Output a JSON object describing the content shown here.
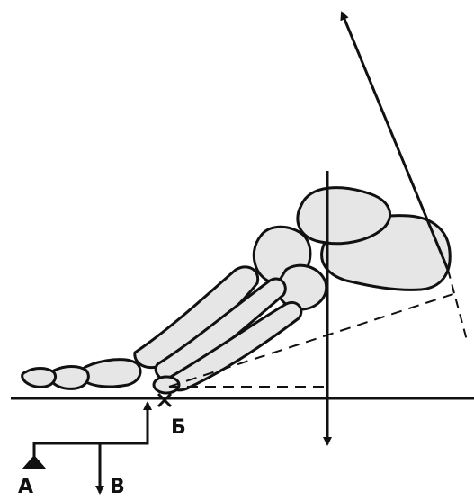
{
  "labels": {
    "a": "А",
    "b": "Б",
    "v": "В"
  },
  "colors": {
    "ink": "#111111",
    "bone_fill": "#e6e6e6",
    "background": "#ffffff"
  }
}
